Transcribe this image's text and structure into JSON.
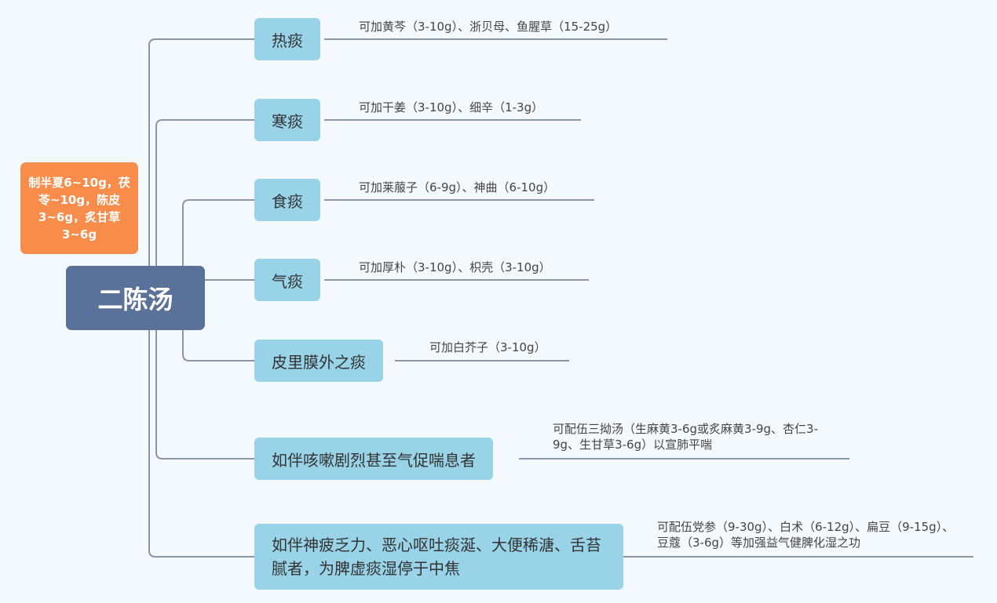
{
  "root": {
    "title": "二陈汤",
    "note": "制半夏6~10g，茯苓~10g，陈皮3~6g，炙甘草3~6g"
  },
  "branches": [
    {
      "label": "热痰",
      "note": "可加黄芩（3-10g）、浙贝母、鱼腥草（15-25g）"
    },
    {
      "label": "寒痰",
      "note": "可加干姜（3-10g）、细辛（1-3g）"
    },
    {
      "label": "食痰",
      "note": "可加莱菔子（6-9g）、神曲（6-10g）"
    },
    {
      "label": "气痰",
      "note": "可加厚朴（3-10g）、枳壳（3-10g）"
    },
    {
      "label": "皮里膜外之痰",
      "note": "可加白芥子（3-10g）"
    },
    {
      "label": "如伴咳嗽剧烈甚至气促喘息者",
      "note": "可配伍三拗汤（生麻黄3-6g或炙麻黄3-9g、杏仁3-9g、生甘草3-6g）以宣肺平喘"
    },
    {
      "label": "如伴神疲乏力、恶心呕吐痰涎、大便稀溏、舌苔腻者，为脾虚痰湿停于中焦",
      "note": "可配伍党参（9-30g）、白术（6-12g）、扁豆（9-15g）、豆蔻（3-6g）等加强益气健脾化湿之功"
    }
  ]
}
